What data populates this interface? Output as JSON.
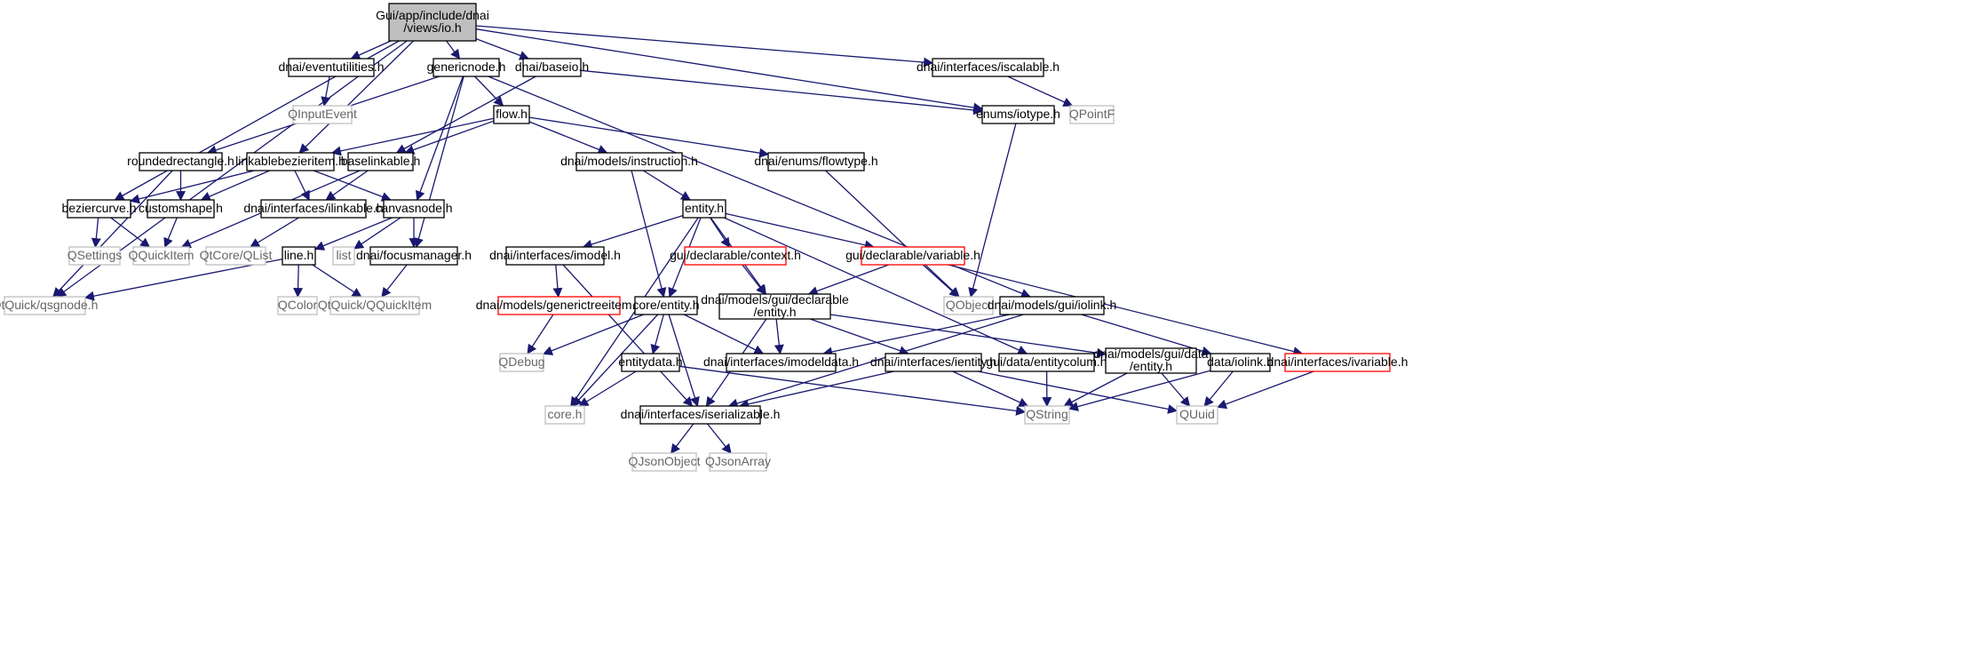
{
  "colors": {
    "edge": "#191970",
    "root_fill": "#bfbfbf",
    "box_border": "#000000",
    "external_border": "#bfbfbf",
    "external_text": "#666666",
    "incomplete_border": "#ff0000",
    "background": "#ffffff"
  },
  "nodes": [
    {
      "id": "root",
      "lines": [
        "Gui/app/include/dnai",
        "/views/io.h"
      ],
      "kind": "root"
    },
    {
      "id": "eventutilities",
      "lines": [
        "dnai/eventutilities.h"
      ],
      "kind": "file"
    },
    {
      "id": "genericnode",
      "lines": [
        "genericnode.h"
      ],
      "kind": "file"
    },
    {
      "id": "baseio",
      "lines": [
        "dnai/baseio.h"
      ],
      "kind": "file"
    },
    {
      "id": "iscalable",
      "lines": [
        "dnai/interfaces/iscalable.h"
      ],
      "kind": "file"
    },
    {
      "id": "qinputevent",
      "lines": [
        "QInputEvent"
      ],
      "kind": "external"
    },
    {
      "id": "flow",
      "lines": [
        "flow.h"
      ],
      "kind": "file"
    },
    {
      "id": "iotype",
      "lines": [
        "enums/iotype.h"
      ],
      "kind": "file"
    },
    {
      "id": "qpointf",
      "lines": [
        "QPointF"
      ],
      "kind": "external"
    },
    {
      "id": "roundedrectangle",
      "lines": [
        "roundedrectangle.h"
      ],
      "kind": "file"
    },
    {
      "id": "linkablebezieritem",
      "lines": [
        "linkablebezieritem.h"
      ],
      "kind": "file"
    },
    {
      "id": "baselinkable",
      "lines": [
        "baselinkable.h"
      ],
      "kind": "file"
    },
    {
      "id": "instruction",
      "lines": [
        "dnai/models/instruction.h"
      ],
      "kind": "file"
    },
    {
      "id": "flowtype",
      "lines": [
        "dnai/enums/flowtype.h"
      ],
      "kind": "file"
    },
    {
      "id": "beziercurve",
      "lines": [
        "beziercurve.h"
      ],
      "kind": "file"
    },
    {
      "id": "customshape",
      "lines": [
        "customshape.h"
      ],
      "kind": "file"
    },
    {
      "id": "ilinkable",
      "lines": [
        "dnai/interfaces/ilinkable.h"
      ],
      "kind": "file"
    },
    {
      "id": "canvasnode",
      "lines": [
        "canvasnode.h"
      ],
      "kind": "file"
    },
    {
      "id": "entity_h",
      "lines": [
        "entity.h"
      ],
      "kind": "file"
    },
    {
      "id": "qsettings",
      "lines": [
        "QSettings"
      ],
      "kind": "external"
    },
    {
      "id": "qquickitem",
      "lines": [
        "QQuickItem"
      ],
      "kind": "external"
    },
    {
      "id": "qtcore_qlist",
      "lines": [
        "QtCore/QList"
      ],
      "kind": "external"
    },
    {
      "id": "line",
      "lines": [
        "line.h"
      ],
      "kind": "file"
    },
    {
      "id": "list",
      "lines": [
        "list"
      ],
      "kind": "external"
    },
    {
      "id": "focusmanager",
      "lines": [
        "dnai/focusmanager.h"
      ],
      "kind": "file"
    },
    {
      "id": "imodel",
      "lines": [
        "dnai/interfaces/imodel.h"
      ],
      "kind": "file"
    },
    {
      "id": "context",
      "lines": [
        "gui/declarable/context.h"
      ],
      "kind": "incomplete"
    },
    {
      "id": "variable",
      "lines": [
        "gui/declarable/variable.h"
      ],
      "kind": "incomplete"
    },
    {
      "id": "qtquick_qsgnode",
      "lines": [
        "QtQuick/qsgnode.h"
      ],
      "kind": "external"
    },
    {
      "id": "qcolor",
      "lines": [
        "QColor"
      ],
      "kind": "external"
    },
    {
      "id": "qtquick_qquickitem",
      "lines": [
        "QtQuick/QQuickItem"
      ],
      "kind": "external"
    },
    {
      "id": "generictreeitem",
      "lines": [
        "dnai/models/generictreeitem.h"
      ],
      "kind": "incomplete"
    },
    {
      "id": "core_entity",
      "lines": [
        "core/entity.h"
      ],
      "kind": "file"
    },
    {
      "id": "declarable_entity",
      "lines": [
        "dnai/models/gui/declarable",
        "/entity.h"
      ],
      "kind": "file"
    },
    {
      "id": "qobject",
      "lines": [
        "QObject"
      ],
      "kind": "external"
    },
    {
      "id": "iolink_model",
      "lines": [
        "dnai/models/gui/iolink.h"
      ],
      "kind": "file"
    },
    {
      "id": "qdebug",
      "lines": [
        "QDebug"
      ],
      "kind": "external"
    },
    {
      "id": "entitydata",
      "lines": [
        "entitydata.h"
      ],
      "kind": "file"
    },
    {
      "id": "imodeldata",
      "lines": [
        "dnai/interfaces/imodeldata.h"
      ],
      "kind": "file"
    },
    {
      "id": "ientity",
      "lines": [
        "dnai/interfaces/ientity.h"
      ],
      "kind": "file"
    },
    {
      "id": "entitycolum",
      "lines": [
        "gui/data/entitycolum.h"
      ],
      "kind": "file"
    },
    {
      "id": "data_entity",
      "lines": [
        "dnai/models/gui/data",
        "/entity.h"
      ],
      "kind": "file"
    },
    {
      "id": "data_iolink",
      "lines": [
        "data/iolink.h"
      ],
      "kind": "file"
    },
    {
      "id": "ivariable",
      "lines": [
        "dnai/interfaces/ivariable.h"
      ],
      "kind": "incomplete"
    },
    {
      "id": "core",
      "lines": [
        "core.h"
      ],
      "kind": "external"
    },
    {
      "id": "iserializable",
      "lines": [
        "dnai/interfaces/iserializable.h"
      ],
      "kind": "file"
    },
    {
      "id": "qstring",
      "lines": [
        "QString"
      ],
      "kind": "external"
    },
    {
      "id": "quuid",
      "lines": [
        "QUuid"
      ],
      "kind": "external"
    },
    {
      "id": "qjsonobject",
      "lines": [
        "QJsonObject"
      ],
      "kind": "external"
    },
    {
      "id": "qjsonarray",
      "lines": [
        "QJsonArray"
      ],
      "kind": "external"
    }
  ],
  "edges": [
    [
      "root",
      "eventutilities"
    ],
    [
      "root",
      "genericnode"
    ],
    [
      "root",
      "baseio"
    ],
    [
      "root",
      "iscalable"
    ],
    [
      "root",
      "iotype"
    ],
    [
      "root",
      "linkablebezieritem"
    ],
    [
      "root",
      "beziercurve"
    ],
    [
      "root",
      "qtquick_qsgnode"
    ],
    [
      "eventutilities",
      "qinputevent"
    ],
    [
      "genericnode",
      "flow"
    ],
    [
      "genericnode",
      "roundedrectangle"
    ],
    [
      "genericnode",
      "canvasnode"
    ],
    [
      "genericnode",
      "focusmanager"
    ],
    [
      "genericnode",
      "iolink_model"
    ],
    [
      "baseio",
      "iotype"
    ],
    [
      "baseio",
      "baselinkable"
    ],
    [
      "iscalable",
      "qpointf"
    ],
    [
      "flow",
      "linkablebezieritem"
    ],
    [
      "flow",
      "baselinkable"
    ],
    [
      "flow",
      "instruction"
    ],
    [
      "flow",
      "flowtype"
    ],
    [
      "iotype",
      "qobject"
    ],
    [
      "roundedrectangle",
      "customshape"
    ],
    [
      "roundedrectangle",
      "qtquick_qsgnode"
    ],
    [
      "linkablebezieritem",
      "beziercurve"
    ],
    [
      "linkablebezieritem",
      "customshape"
    ],
    [
      "linkablebezieritem",
      "ilinkable"
    ],
    [
      "linkablebezieritem",
      "canvasnode"
    ],
    [
      "baselinkable",
      "ilinkable"
    ],
    [
      "baselinkable",
      "qquickitem"
    ],
    [
      "instruction",
      "entity_h"
    ],
    [
      "instruction",
      "core_entity"
    ],
    [
      "flowtype",
      "qobject"
    ],
    [
      "beziercurve",
      "qsettings"
    ],
    [
      "beziercurve",
      "qquickitem"
    ],
    [
      "customshape",
      "qquickitem"
    ],
    [
      "ilinkable",
      "qtcore_qlist"
    ],
    [
      "canvasnode",
      "line"
    ],
    [
      "canvasnode",
      "list"
    ],
    [
      "canvasnode",
      "focusmanager"
    ],
    [
      "entity_h",
      "imodel"
    ],
    [
      "entity_h",
      "context"
    ],
    [
      "entity_h",
      "variable"
    ],
    [
      "entity_h",
      "core_entity"
    ],
    [
      "entity_h",
      "declarable_entity"
    ],
    [
      "entity_h",
      "core"
    ],
    [
      "entity_h",
      "entitycolum"
    ],
    [
      "line",
      "qtquick_qsgnode"
    ],
    [
      "line",
      "qcolor"
    ],
    [
      "line",
      "qtquick_qquickitem"
    ],
    [
      "focusmanager",
      "qtquick_qquickitem"
    ],
    [
      "imodel",
      "generictreeitem"
    ],
    [
      "imodel",
      "iserializable"
    ],
    [
      "context",
      "declarable_entity"
    ],
    [
      "variable",
      "declarable_entity"
    ],
    [
      "variable",
      "qobject"
    ],
    [
      "variable",
      "ivariable"
    ],
    [
      "generictreeitem",
      "qdebug"
    ],
    [
      "core_entity",
      "qdebug"
    ],
    [
      "core_entity",
      "entitydata"
    ],
    [
      "core_entity",
      "imodeldata"
    ],
    [
      "core_entity",
      "core"
    ],
    [
      "core_entity",
      "iserializable"
    ],
    [
      "declarable_entity",
      "imodeldata"
    ],
    [
      "declarable_entity",
      "ientity"
    ],
    [
      "declarable_entity",
      "data_entity"
    ],
    [
      "declarable_entity",
      "iserializable"
    ],
    [
      "iolink_model",
      "imodeldata"
    ],
    [
      "iolink_model",
      "data_iolink"
    ],
    [
      "iolink_model",
      "iserializable"
    ],
    [
      "entitydata",
      "core"
    ],
    [
      "entitydata",
      "qstring"
    ],
    [
      "ientity",
      "iserializable"
    ],
    [
      "ientity",
      "qstring"
    ],
    [
      "ientity",
      "quuid"
    ],
    [
      "entitycolum",
      "qstring"
    ],
    [
      "data_entity",
      "qstring"
    ],
    [
      "data_entity",
      "quuid"
    ],
    [
      "data_iolink",
      "qstring"
    ],
    [
      "data_iolink",
      "quuid"
    ],
    [
      "ivariable",
      "quuid"
    ],
    [
      "iserializable",
      "qjsonobject"
    ],
    [
      "iserializable",
      "qjsonarray"
    ]
  ]
}
